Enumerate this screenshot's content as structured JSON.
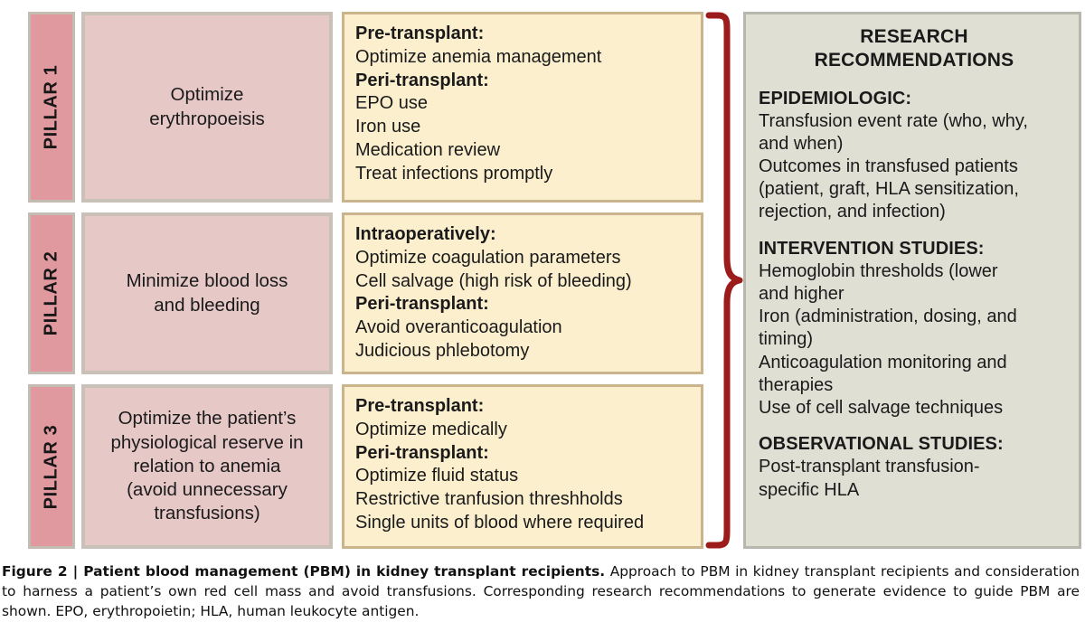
{
  "figure": {
    "rows": [
      {
        "pillar_label": "PILLAR 1",
        "summary": "Optimize\nerythropoeisis",
        "details": [
          {
            "type": "head",
            "text": "Pre-transplant:"
          },
          {
            "type": "line",
            "text": "Optimize anemia management"
          },
          {
            "type": "head",
            "text": "Peri-transplant:"
          },
          {
            "type": "line",
            "text": "EPO use"
          },
          {
            "type": "line",
            "text": "Iron use"
          },
          {
            "type": "line",
            "text": "Medication review"
          },
          {
            "type": "line",
            "text": "Treat infections promptly"
          }
        ]
      },
      {
        "pillar_label": "PILLAR 2",
        "summary": "Minimize blood loss\nand bleeding",
        "details": [
          {
            "type": "head",
            "text": "Intraoperatively:"
          },
          {
            "type": "line",
            "text": "Optimize coagulation parameters"
          },
          {
            "type": "line",
            "text": "Cell salvage (high risk of bleeding)"
          },
          {
            "type": "head",
            "text": "Peri-transplant:"
          },
          {
            "type": "line",
            "text": "Avoid overanticoagulation"
          },
          {
            "type": "line",
            "text": "Judicious phlebotomy"
          }
        ]
      },
      {
        "pillar_label": "PILLAR 3",
        "summary": "Optimize the patient’s\nphysiological reserve in\nrelation to anemia\n(avoid unnecessary\ntransfusions)",
        "details": [
          {
            "type": "head",
            "text": "Pre-transplant:"
          },
          {
            "type": "line",
            "text": "Optimize medically"
          },
          {
            "type": "head",
            "text": "Peri-transplant:"
          },
          {
            "type": "line",
            "text": "Optimize fluid status"
          },
          {
            "type": "line",
            "text": "Restrictive tranfusion threshholds"
          },
          {
            "type": "line",
            "text": "Single units of blood where required"
          }
        ]
      }
    ],
    "brace": {
      "color": "#9c1b1b"
    }
  },
  "research": {
    "title": "RESEARCH\nRECOMMENDATIONS",
    "sections": [
      {
        "heading": "EPIDEMIOLOGIC:",
        "lines": [
          "Transfusion event rate (who, why,",
          "and when)",
          "Outcomes in transfused patients",
          "(patient, graft, HLA sensitization,",
          "rejection, and infection)"
        ]
      },
      {
        "heading": "INTERVENTION STUDIES:",
        "lines": [
          "Hemoglobin thresholds (lower",
          "and higher",
          "Iron (administration, dosing, and",
          "timing)",
          "Anticoagulation monitoring and",
          "therapies",
          "Use of cell salvage techniques"
        ]
      },
      {
        "heading": "OBSERVATIONAL STUDIES:",
        "lines": [
          "Post-transplant transfusion-",
          "specific HLA"
        ]
      }
    ]
  },
  "caption": {
    "label": "Figure 2",
    "separator": " | ",
    "title": "Patient blood management (PBM) in kidney transplant recipients.",
    "body": " Approach to PBM in kidney transplant recipients and consideration to harness a patient’s own red cell mass and avoid transfusions. Corresponding research recommendations to generate evidence to guide PBM are shown. EPO, erythropoietin; HLA, human leukocyte antigen."
  },
  "colors": {
    "pillar_bar": "#e0999e",
    "summary_box": "#e6c9c7",
    "detail_box": "#fbefce",
    "research_panel": "#dfdfd4",
    "brace": "#9c1b1b",
    "box_border": "#c9c1b8"
  }
}
